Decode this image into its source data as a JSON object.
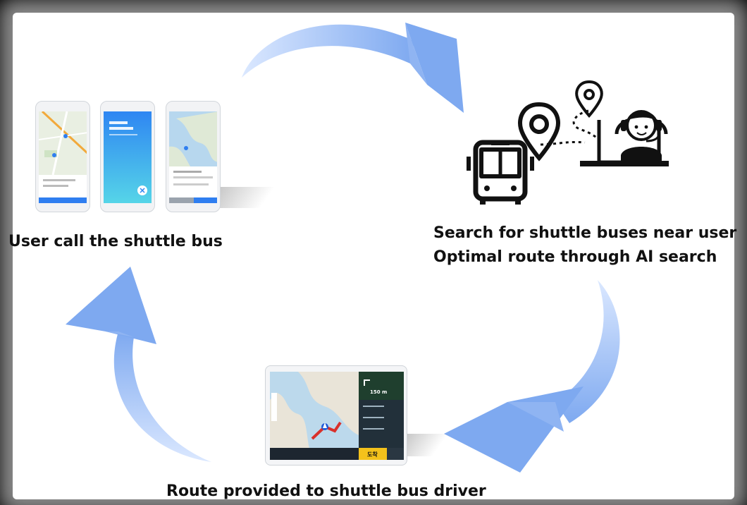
{
  "captions": {
    "user_call": "User call the shuttle bus",
    "search_line1": "Search for shuttle buses near user",
    "search_line2": "Optimal route through AI search",
    "route_driver": "Route provided to shuttle bus driver"
  },
  "nav_panel": {
    "distance": "150 m",
    "arrive_button": "도착"
  },
  "icons": [
    "bus-icon",
    "location-pin-icon",
    "operator-headset-icon",
    "laptop-icon"
  ],
  "colors": {
    "arrow_light": "#c9dcff",
    "arrow_dark": "#7ea9f0",
    "nav_panel_bg": "#1f3f2e",
    "arrive_button": "#f4c21b"
  }
}
